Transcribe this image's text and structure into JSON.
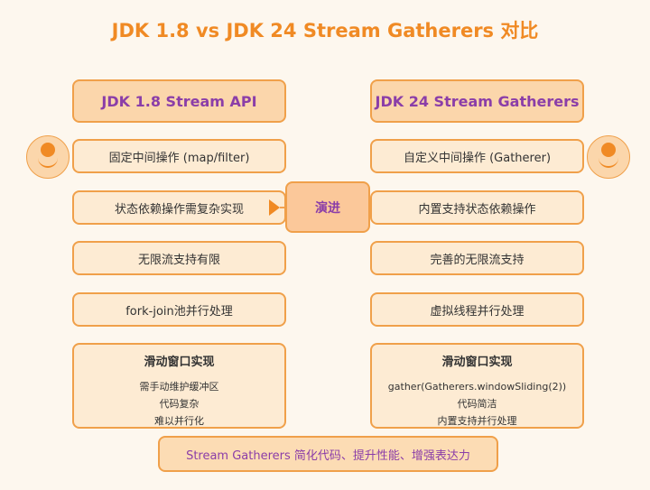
{
  "title": "JDK 1.8 vs JDK 24 Stream Gatherers 对比",
  "left": {
    "header": "JDK 1.8 Stream API",
    "items": [
      "固定中间操作 (map/filter)",
      "状态依赖操作需复杂实现",
      "无限流支持有限",
      "fork-join池并行处理"
    ],
    "detail": {
      "title": "滑动窗口实现",
      "lines": [
        "需手动维护缓冲区",
        "代码复杂",
        "难以并行化"
      ]
    }
  },
  "right": {
    "header": "JDK 24 Stream Gatherers",
    "items": [
      "自定义中间操作 (Gatherer)",
      "内置支持状态依赖操作",
      "完善的无限流支持",
      "虚拟线程并行处理"
    ],
    "detail": {
      "title": "滑动窗口实现",
      "lines": [
        "gather(Gatherers.windowSliding(2))",
        "代码简洁",
        "内置支持并行处理"
      ]
    }
  },
  "connector": {
    "label": "演进"
  },
  "footer": "Stream Gatherers 简化代码、提升性能、增强表达力",
  "colors": {
    "accent": "#f08a24",
    "border": "#f0a04a",
    "purple": "#8b3ea8",
    "background": "#fdf7ee"
  },
  "icons": {
    "left": "person-icon",
    "right": "person-icon"
  }
}
